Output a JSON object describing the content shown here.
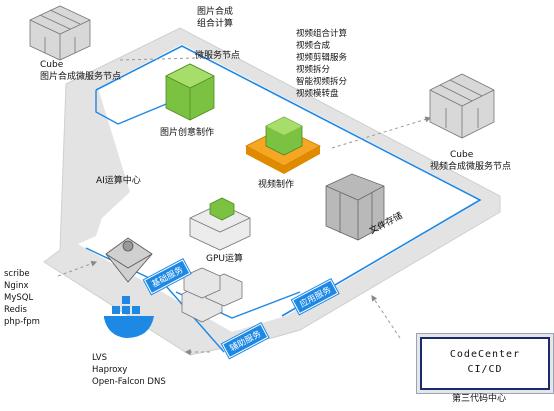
{
  "labels": {
    "image_compose_top": [
      "图片合成",
      "组合计算"
    ],
    "micro_service_node": "微服务节点",
    "video_list": [
      "视频组合计算",
      "视频合成",
      "视频剪辑服务",
      "视频拆分",
      "智能视频拆分",
      "视频模转盘"
    ],
    "cube_left": "Cube",
    "cube_left_desc": "图片合成微服务节点",
    "image_creative": "图片创意制作",
    "video_making": "视频制作",
    "cube_right": "Cube",
    "cube_right_desc": "视频合成微服务节点",
    "ai_center": "AI运算中心",
    "gpu": "GPU运算",
    "file_storage": "文件存储",
    "left_stack": [
      "scribe",
      "Nginx",
      "MySQL",
      "Redis",
      "php-fpm"
    ],
    "basic_service": "基础服务",
    "app_service": "应用服务",
    "aux_service": "辅助服务",
    "bottom_stack": [
      "LVS",
      "Haproxy",
      "Open-Falcon DNS"
    ],
    "codecenter_line1": "CodeCenter",
    "codecenter_line2": "CI/CD",
    "code_management": "第三代码中心"
  },
  "colors": {
    "accent_blue": "#1e88e5",
    "green": "#7cc242",
    "orange": "#f39c12",
    "dark_navy": "#1a2a6c"
  }
}
